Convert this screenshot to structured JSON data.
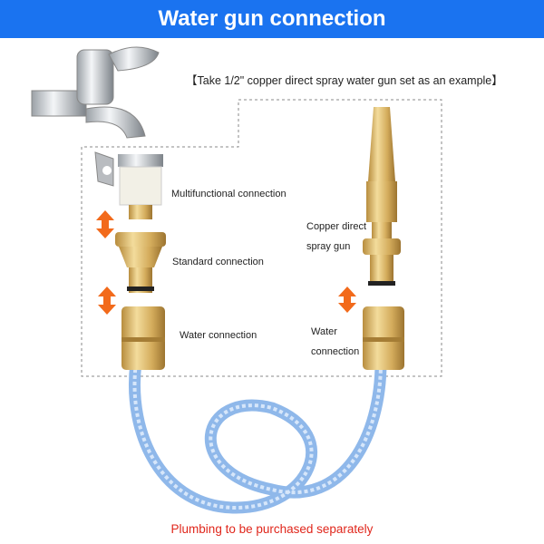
{
  "header": {
    "title": "Water gun connection"
  },
  "subtitle": "【Take 1/2\" copper direct spray water gun set as an example】",
  "labels": {
    "multifunctional": "Multifunctional connection",
    "standard": "Standard connection",
    "water_left": "Water connection",
    "gun_line1": "Copper direct",
    "gun_line2": "spray gun",
    "water_right_line1": "Water",
    "water_right_line2": "connection"
  },
  "footer": "Plumbing to be purchased separately",
  "colors": {
    "banner": "#1a73f0",
    "brass": "#d9b56a",
    "arrow": "#f26a1b",
    "hose": "#8fb8ea",
    "footer": "#e0261b"
  }
}
